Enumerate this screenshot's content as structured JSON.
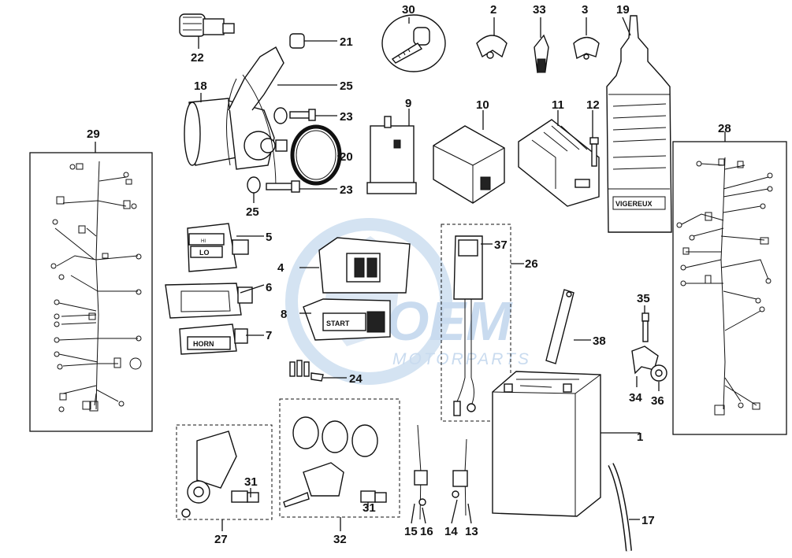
{
  "watermark": {
    "brand": "OEM",
    "tagline": "MOTORPARTS"
  },
  "part_labels": {
    "p1": "1",
    "p2": "2",
    "p3": "3",
    "p4": "4",
    "p5": "5",
    "p6": "6",
    "p7": "7",
    "p8": "8",
    "p9": "9",
    "p10": "10",
    "p11": "11",
    "p12": "12",
    "p13": "13",
    "p14": "14",
    "p15": "15",
    "p16": "16",
    "p17": "17",
    "p18": "18",
    "p19": "19",
    "p20": "20",
    "p21": "21",
    "p22": "22",
    "p23a": "23",
    "p23b": "23",
    "p24": "24",
    "p25a": "25",
    "p25b": "25",
    "p26": "26",
    "p27": "27",
    "p28": "28",
    "p29": "29",
    "p30": "30",
    "p31a": "31",
    "p31b": "31",
    "p32": "32",
    "p33": "33",
    "p34": "34",
    "p35": "35",
    "p36": "36",
    "p37": "37",
    "p38": "38"
  },
  "switch_text": {
    "start": "START",
    "horn": "HORN",
    "lo": "LO",
    "hi": "HI"
  },
  "bottle_text": {
    "brand": "VIGEREUX"
  }
}
